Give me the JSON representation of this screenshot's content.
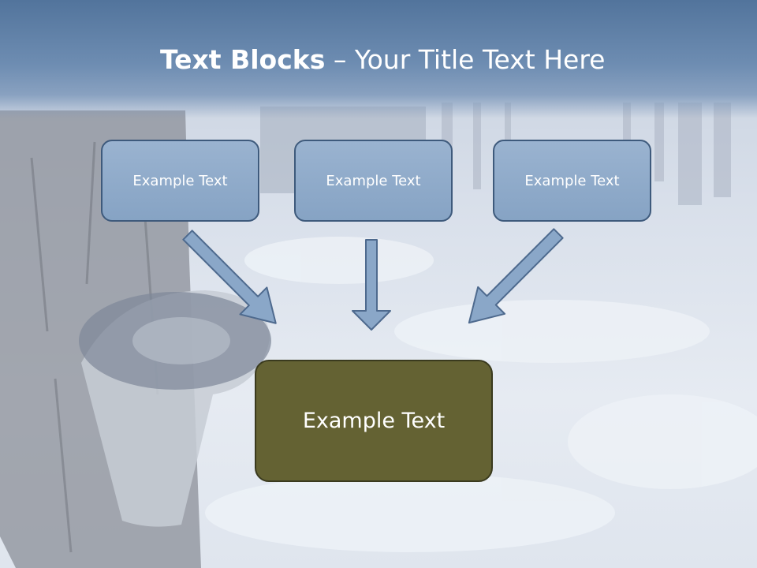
{
  "title": {
    "bold": "Text Blocks",
    "dash": " – ",
    "rest": "Your Title Text Here"
  },
  "boxes": [
    {
      "label": "Example Text"
    },
    {
      "label": "Example Text"
    },
    {
      "label": "Example Text"
    }
  ],
  "target": {
    "label": "Example Text"
  },
  "colors": {
    "header": "#5f80a8",
    "box_fill": "#8fabcb",
    "box_border": "#3e5a7c",
    "target_fill": "#646233",
    "arrow_fill": "#8aa7c8",
    "arrow_stroke": "#4e6a8e"
  }
}
